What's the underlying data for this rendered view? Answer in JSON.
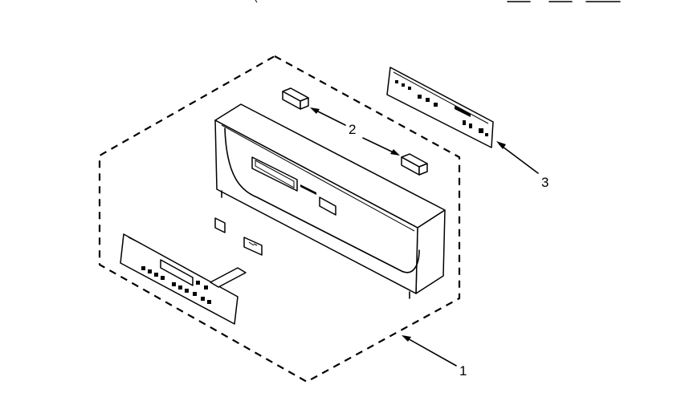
{
  "callouts": [
    {
      "id": "1",
      "text": "1"
    },
    {
      "id": "2",
      "text": "2"
    },
    {
      "id": "3",
      "text": "3"
    }
  ],
  "header_fragment": "— — — —"
}
